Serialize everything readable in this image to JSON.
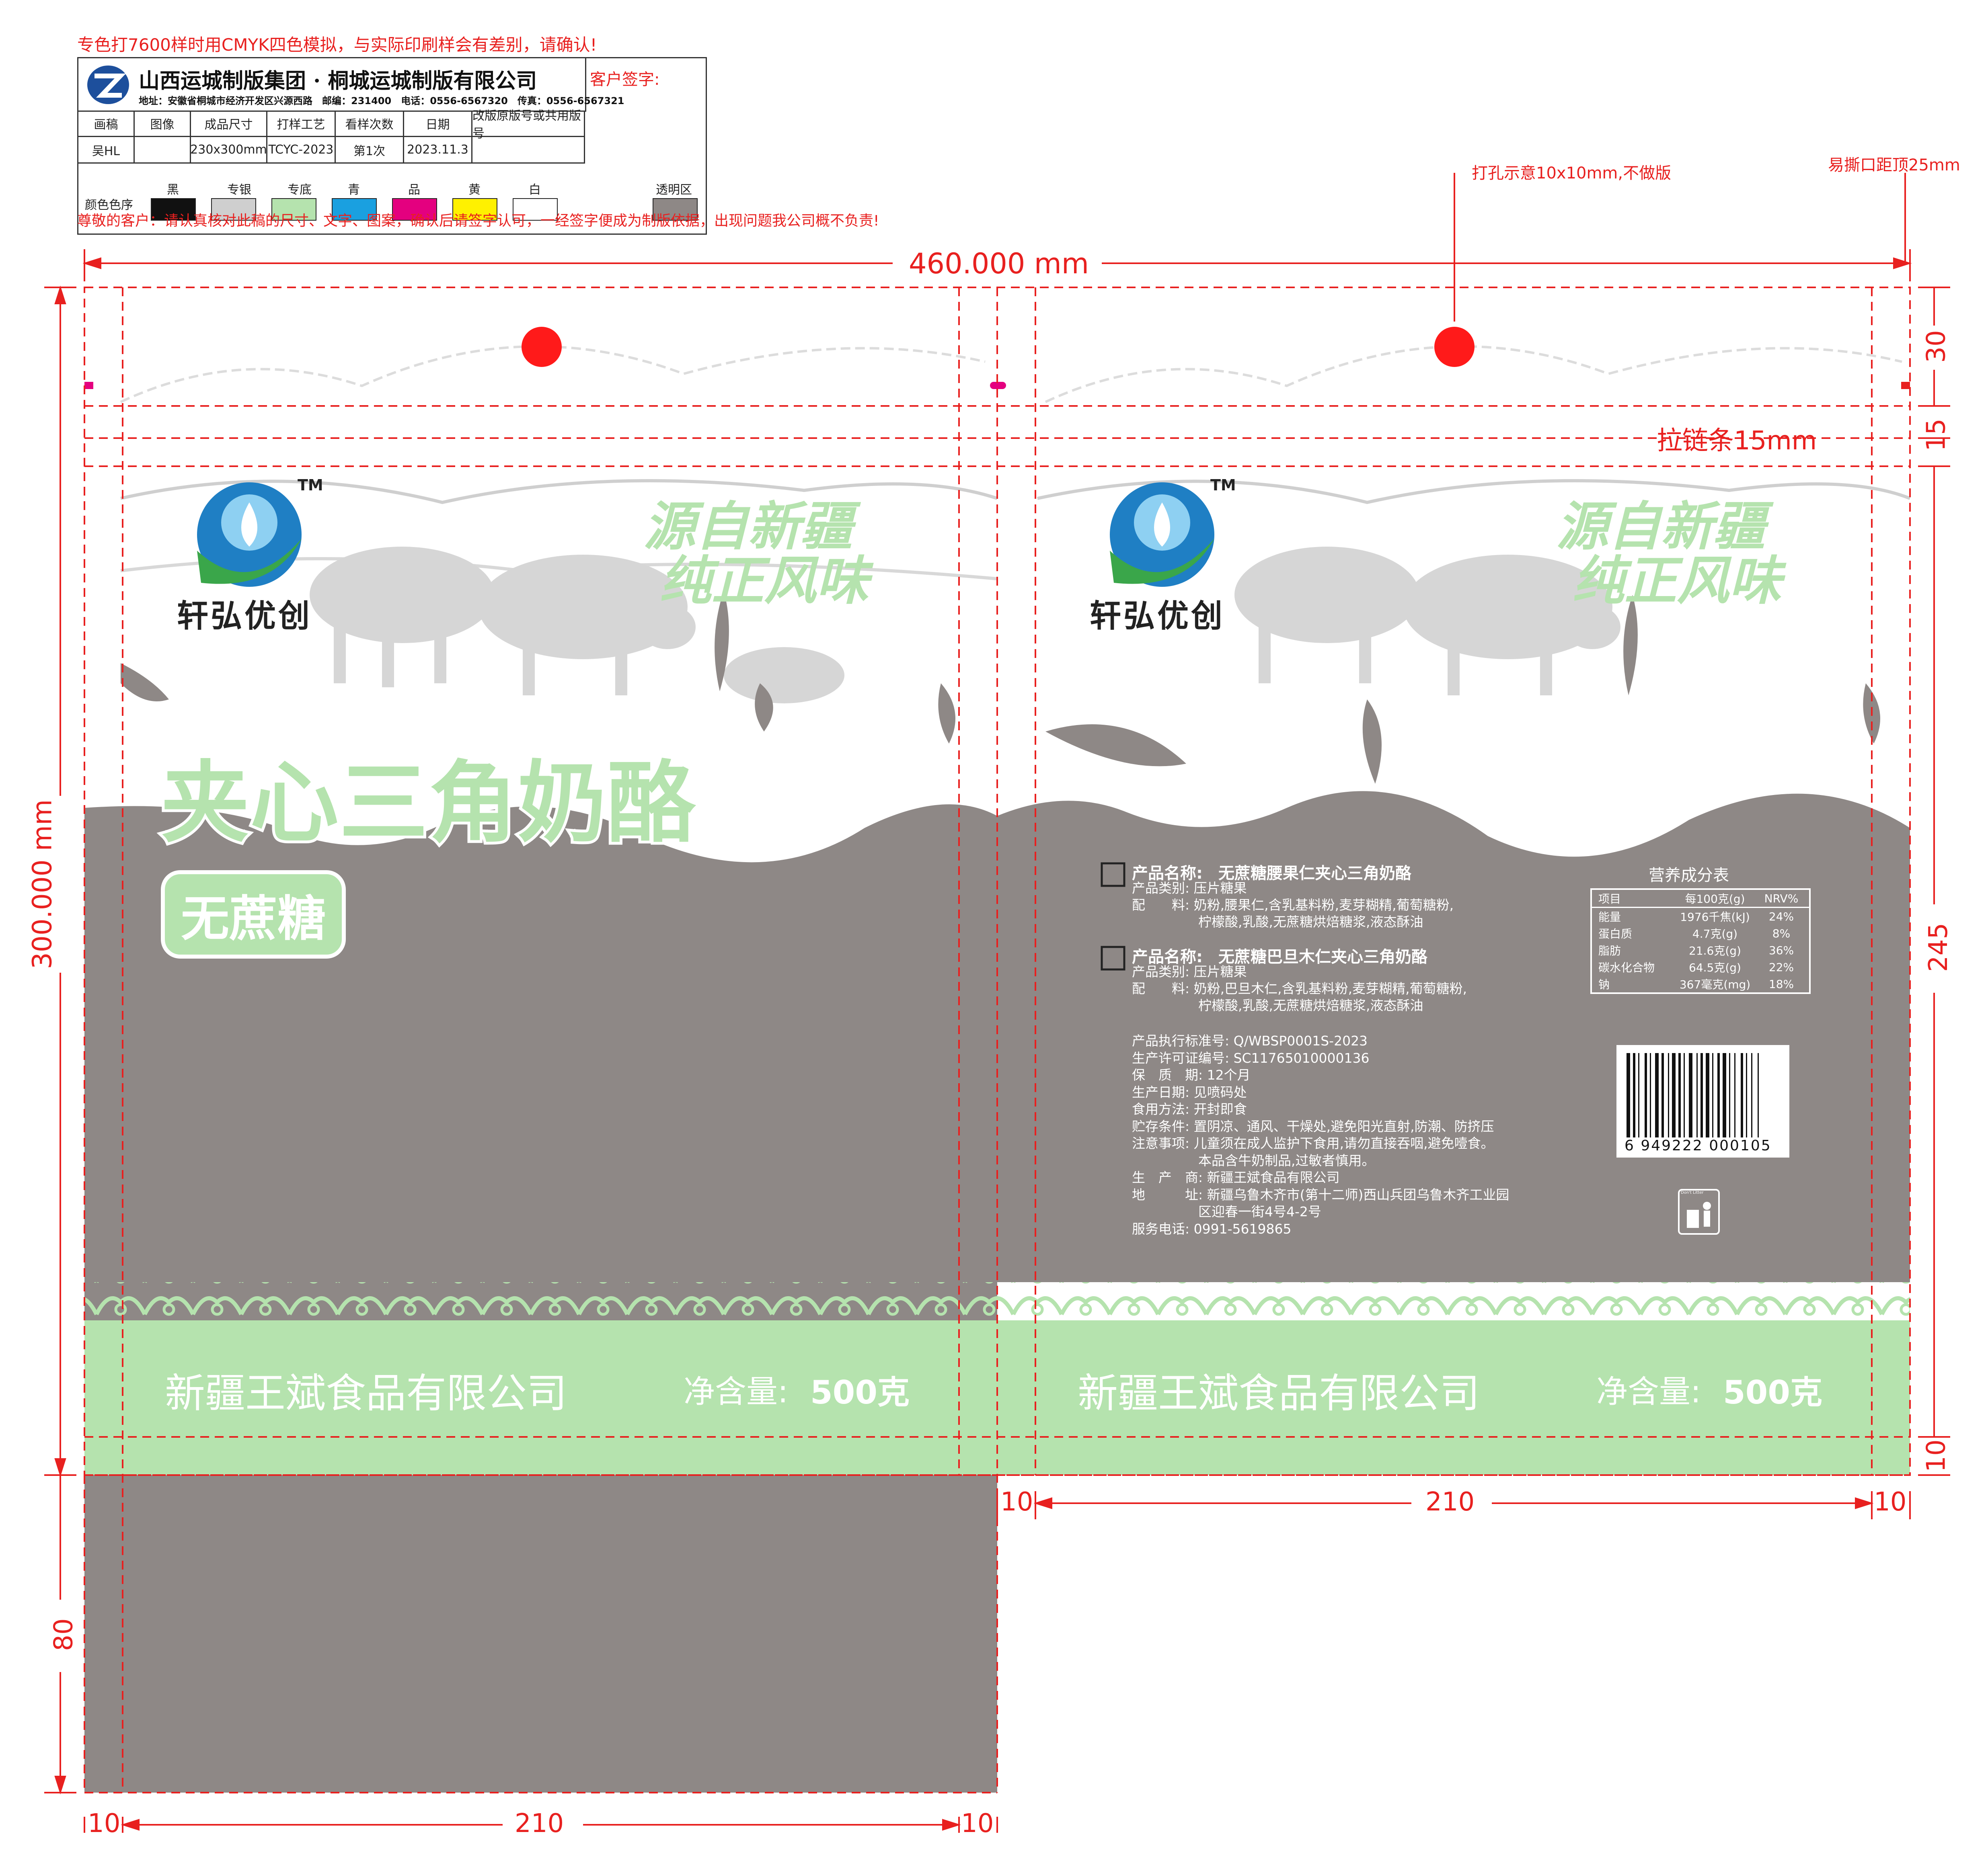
{
  "top_notice": "专色打7600样时用CMYK四色模拟，与实际印刷样会有差别，请确认!",
  "bottom_notice": "尊敬的客户：请认真核对此稿的尺寸、文字、图案，确认后请签字认可，一经签字便成为制版依据，出现问题我公司概不负责!",
  "company": {
    "name": "山西运城制版集团 · 桐城运城制版有限公司",
    "address": "地址：安徽省桐城市经济开发区兴源西路　邮编：231400　电话：0556-6567320　传真：0556-6567321",
    "client_sign": "客户签字:"
  },
  "table": {
    "headers": [
      "画稿",
      "图像",
      "成品尺寸",
      "打样工艺",
      "看样次数",
      "日期",
      "改版原版号或共用版号"
    ],
    "values": [
      "吴HL",
      "",
      "230x300mm",
      "TCYC-2023",
      "第1次",
      "2023.11.3",
      ""
    ],
    "color_label": "颜色色序",
    "colors": [
      {
        "name": "黑",
        "hex": "#111111"
      },
      {
        "name": "专银",
        "hex": "#cfcfcf"
      },
      {
        "name": "专底",
        "hex": "#b5e3ae"
      },
      {
        "name": "青",
        "hex": "#1aa0e0"
      },
      {
        "name": "品",
        "hex": "#e4007f"
      },
      {
        "name": "黄",
        "hex": "#fff100"
      },
      {
        "name": "白",
        "hex": "#ffffff"
      }
    ],
    "transparent_label": "透明区",
    "transparent_hex": "#8e8886"
  },
  "annotations": {
    "hole": "打孔示意10x10mm,不做版",
    "tear": "易撕口距顶25mm",
    "zipper": "拉链条15mm"
  },
  "dims": {
    "total_width": "460.000 mm",
    "total_height": "300.000 mm",
    "bottom_fold": "80",
    "right_30": "30",
    "right_15": "15",
    "right_245": "245",
    "right_10": "10",
    "bottom_left": [
      "10",
      "210",
      "10"
    ],
    "bottom_right": [
      "10",
      "210",
      "10"
    ]
  },
  "front": {
    "tm": "TM",
    "brand": "轩弘优创",
    "slogan_1": "源自新疆",
    "slogan_2": "纯正风味",
    "title": "夹心三角奶酪",
    "badge": "无蔗糖",
    "company": "新疆王斌食品有限公司",
    "net_label": "净含量:",
    "net_value": "500克"
  },
  "back": {
    "tm": "TM",
    "brand": "轩弘优创",
    "slogan_1": "源自新疆",
    "slogan_2": "纯正风味",
    "company": "新疆王斌食品有限公司",
    "net_label": "净含量:",
    "net_value": "500克",
    "product1": {
      "name_label": "产品名称:",
      "name": "无蔗糖腰果仁夹心三角奶酪",
      "type": "产品类别: 压片糖果",
      "ingredients_1": "配　　料: 奶粉,腰果仁,含乳基料粉,麦芽糊精,葡萄糖粉,",
      "ingredients_2": "　　　　　柠檬酸,乳酸,无蔗糖烘焙糖浆,液态酥油"
    },
    "product2": {
      "name_label": "产品名称:",
      "name": "无蔗糖巴旦木仁夹心三角奶酪",
      "type": "产品类别: 压片糖果",
      "ingredients_1": "配　　料: 奶粉,巴旦木仁,含乳基料粉,麦芽糊精,葡萄糖粉,",
      "ingredients_2": "　　　　　柠檬酸,乳酸,无蔗糖烘焙糖浆,液态酥油"
    },
    "specs": [
      "产品执行标准号: Q/WBSP0001S-2023",
      "生产许可证编号: SC11765010000136",
      "保　质　期: 12个月",
      "生产日期: 见喷码处",
      "食用方法: 开封即食",
      "贮存条件: 置阴凉、通风、干燥处,避免阳光直射,防潮、防挤压",
      "注意事项: 儿童须在成人监护下食用,请勿直接吞咽,避免噎食。",
      "　　　　　本品含牛奶制品,过敏者慎用。",
      "生　产　商: 新疆王斌食品有限公司",
      "地　　　址: 新疆乌鲁木齐市(第十二师)西山兵团乌鲁木齐工业园",
      "　　　　　区迎春一街4号4-2号",
      "服务电话: 0991-5619865"
    ],
    "nutrition": {
      "title": "营养成分表",
      "headers": [
        "项目",
        "每100克(g)",
        "NRV%"
      ],
      "rows": [
        [
          "能量",
          "1976千焦(kJ)",
          "24%"
        ],
        [
          "蛋白质",
          "4.7克(g)",
          "8%"
        ],
        [
          "脂肪",
          "21.6克(g)",
          "36%"
        ],
        [
          "碳水化合物",
          "64.5克(g)",
          "22%"
        ],
        [
          "钠",
          "367毫克(mg)",
          "18%"
        ]
      ]
    },
    "barcode": "6 949222 000105",
    "recycle": "Don't Litter"
  }
}
